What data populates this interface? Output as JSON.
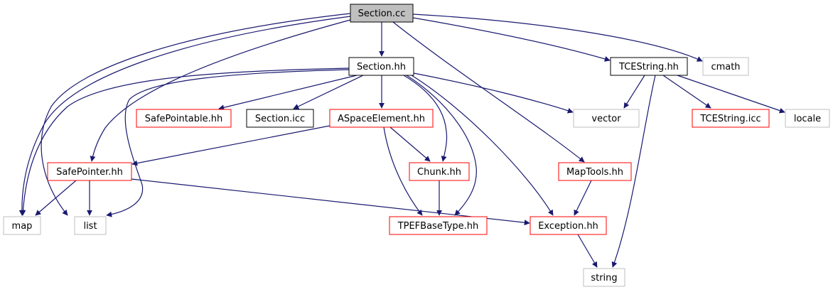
{
  "colors": {
    "edge": "#191970",
    "root_fill": "#bfbfbf",
    "border_black": "#000000",
    "border_red": "#ff0000",
    "border_gray": "#bfbfbf",
    "text": "#000000"
  },
  "nodes": [
    {
      "id": "section_cc",
      "label": "Section.cc",
      "style": "root"
    },
    {
      "id": "section_hh",
      "label": "Section.hh",
      "style": "black"
    },
    {
      "id": "tcestring_hh",
      "label": "TCEString.hh",
      "style": "black"
    },
    {
      "id": "cmath",
      "label": "cmath",
      "style": "gray"
    },
    {
      "id": "safepointable_hh",
      "label": "SafePointable.hh",
      "style": "red"
    },
    {
      "id": "section_icc",
      "label": "Section.icc",
      "style": "black"
    },
    {
      "id": "aspaceelement_hh",
      "label": "ASpaceElement.hh",
      "style": "red"
    },
    {
      "id": "vector",
      "label": "vector",
      "style": "gray"
    },
    {
      "id": "tcestring_icc",
      "label": "TCEString.icc",
      "style": "red"
    },
    {
      "id": "locale",
      "label": "locale",
      "style": "gray"
    },
    {
      "id": "safepointer_hh",
      "label": "SafePointer.hh",
      "style": "red"
    },
    {
      "id": "chunk_hh",
      "label": "Chunk.hh",
      "style": "red"
    },
    {
      "id": "maptools_hh",
      "label": "MapTools.hh",
      "style": "red"
    },
    {
      "id": "map",
      "label": "map",
      "style": "gray"
    },
    {
      "id": "list",
      "label": "list",
      "style": "gray"
    },
    {
      "id": "tpefbasetype_hh",
      "label": "TPEFBaseType.hh",
      "style": "red"
    },
    {
      "id": "exception_hh",
      "label": "Exception.hh",
      "style": "red"
    },
    {
      "id": "string",
      "label": "string",
      "style": "gray"
    }
  ],
  "edges": [
    {
      "from": "section_cc",
      "to": "section_hh"
    },
    {
      "from": "section_cc",
      "to": "tcestring_hh"
    },
    {
      "from": "section_cc",
      "to": "cmath"
    },
    {
      "from": "section_cc",
      "to": "maptools_hh"
    },
    {
      "from": "section_cc",
      "to": "safepointer_hh"
    },
    {
      "from": "section_cc",
      "to": "map"
    },
    {
      "from": "section_cc",
      "to": "list"
    },
    {
      "from": "section_hh",
      "to": "safepointable_hh"
    },
    {
      "from": "section_hh",
      "to": "section_icc"
    },
    {
      "from": "section_hh",
      "to": "aspaceelement_hh"
    },
    {
      "from": "section_hh",
      "to": "vector"
    },
    {
      "from": "section_hh",
      "to": "chunk_hh"
    },
    {
      "from": "section_hh",
      "to": "tpefbasetype_hh"
    },
    {
      "from": "section_hh",
      "to": "exception_hh"
    },
    {
      "from": "section_hh",
      "to": "map"
    },
    {
      "from": "section_hh",
      "to": "list"
    },
    {
      "from": "tcestring_hh",
      "to": "vector"
    },
    {
      "from": "tcestring_hh",
      "to": "tcestring_icc"
    },
    {
      "from": "tcestring_hh",
      "to": "locale"
    },
    {
      "from": "tcestring_hh",
      "to": "string"
    },
    {
      "from": "aspaceelement_hh",
      "to": "safepointer_hh"
    },
    {
      "from": "aspaceelement_hh",
      "to": "chunk_hh"
    },
    {
      "from": "aspaceelement_hh",
      "to": "tpefbasetype_hh"
    },
    {
      "from": "safepointer_hh",
      "to": "map"
    },
    {
      "from": "safepointer_hh",
      "to": "list"
    },
    {
      "from": "safepointer_hh",
      "to": "exception_hh"
    },
    {
      "from": "chunk_hh",
      "to": "tpefbasetype_hh"
    },
    {
      "from": "maptools_hh",
      "to": "exception_hh"
    },
    {
      "from": "exception_hh",
      "to": "string"
    }
  ]
}
